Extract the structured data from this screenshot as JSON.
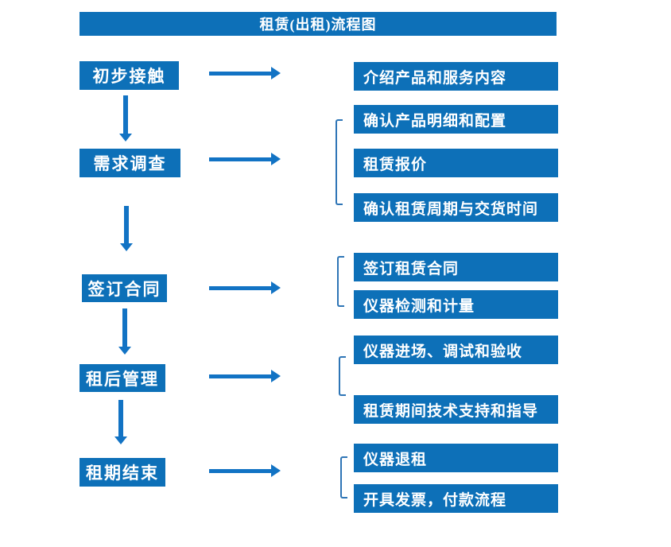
{
  "title": "租赁(出租)流程图",
  "colors": {
    "box_fill": "#0D70B8",
    "arrow": "#1273C4",
    "bracket": "#2E75B6",
    "text": "#FFFFFF",
    "background": "#FFFFFF"
  },
  "icons": {
    "right_arrow": "right-arrow (css triangle + shaft)",
    "down_arrow": "down-arrow (css triangle + shaft)",
    "group_bracket": "left-square-bracket"
  },
  "steps": [
    {
      "label": "初步接触",
      "details": [
        "介绍产品和服务内容"
      ]
    },
    {
      "label": "需求调查",
      "details": [
        "确认产品明细和配置",
        "租赁报价",
        "确认租赁周期与交货时间"
      ]
    },
    {
      "label": "签订合同",
      "details": [
        "签订租赁合同",
        "仪器检测和计量"
      ]
    },
    {
      "label": "租后管理",
      "details": [
        "仪器进场、调试和验收",
        "租赁期间技术支持和指导"
      ]
    },
    {
      "label": "租期结束",
      "details": [
        "仪器退租",
        "开具发票，付款流程"
      ]
    }
  ]
}
